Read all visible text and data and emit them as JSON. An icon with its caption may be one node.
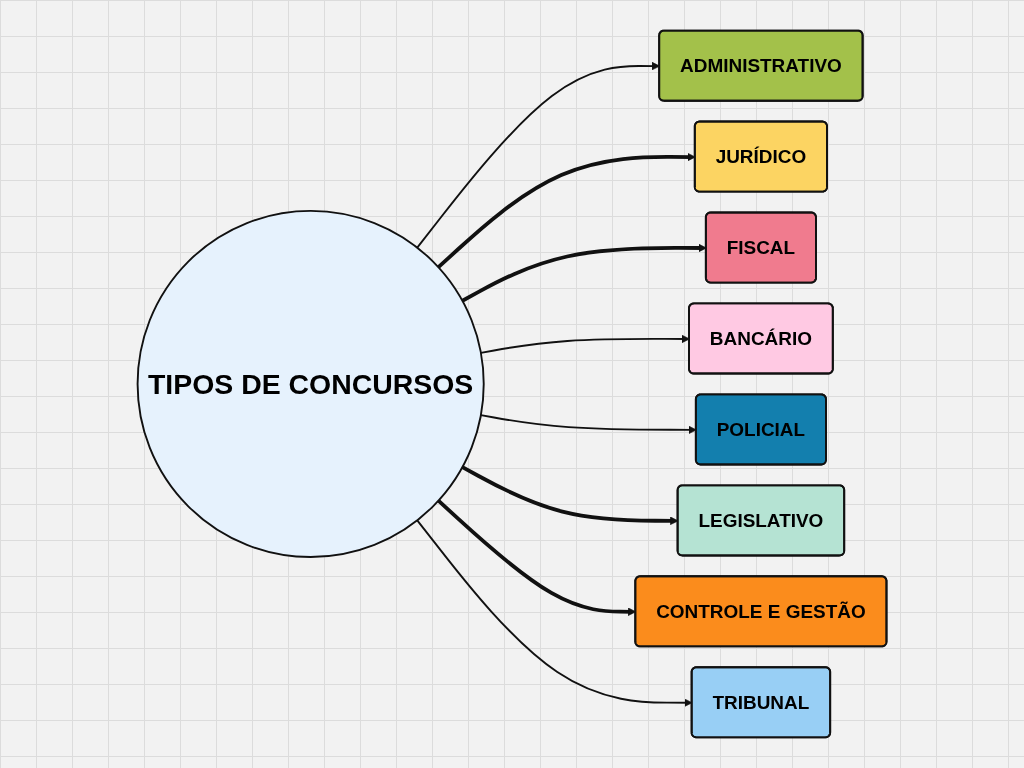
{
  "diagram": {
    "nodes": [
      {
        "text": [
          "TIPOS DE CONCURSOS"
        ]
      },
      {
        "text": [
          "ADMINISTRATIVO"
        ]
      },
      {
        "text": [
          "JURÍDICO"
        ]
      },
      {
        "text": [
          "FISCAL"
        ]
      },
      {
        "text": [
          "BANCÁRIO"
        ]
      },
      {
        "text": [
          "POLICIAL"
        ]
      },
      {
        "text": [
          "LEGISLATIVO"
        ]
      },
      {
        "text": [
          "CONTROLE E GESTÃO"
        ]
      },
      {
        "text": [
          "TRIBUNAL"
        ]
      }
    ],
    "edges": [
      {
        "from": 0,
        "to": 1,
        "arrow": "to"
      },
      {
        "from": 0,
        "to": 2,
        "arrow": "to",
        "style": "thick"
      },
      {
        "from": 0,
        "to": 3,
        "arrow": "to",
        "style": "thick"
      },
      {
        "from": 0,
        "to": 4,
        "arrow": "to"
      },
      {
        "from": 0,
        "to": 5,
        "arrow": "to"
      },
      {
        "from": 0,
        "to": 6,
        "arrow": "to",
        "style": "thick"
      },
      {
        "from": 0,
        "to": 7,
        "arrow": "to",
        "style": "thick"
      },
      {
        "from": 0,
        "to": 8,
        "arrow": "to"
      }
    ]
  }
}
